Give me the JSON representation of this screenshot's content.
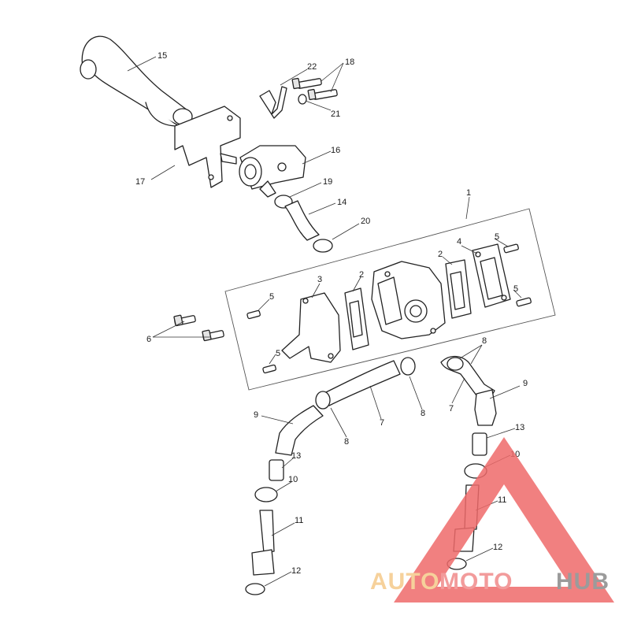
{
  "diagram": {
    "type": "exploded parts diagram",
    "callout_labels": [
      "1",
      "2",
      "3",
      "4",
      "5",
      "6",
      "7",
      "8",
      "9",
      "10",
      "11",
      "12",
      "13",
      "14",
      "15",
      "16",
      "17",
      "18",
      "19",
      "20",
      "21",
      "22"
    ]
  },
  "watermark": {
    "text_part1": "AUTO",
    "text_part2": "MOTO",
    "text_part3": "HUB",
    "color_part1": "#f5c98a",
    "color_part2": "#f08a8a",
    "color_part3": "#8a8a8a",
    "triangle_color": "#ef6a6a"
  }
}
